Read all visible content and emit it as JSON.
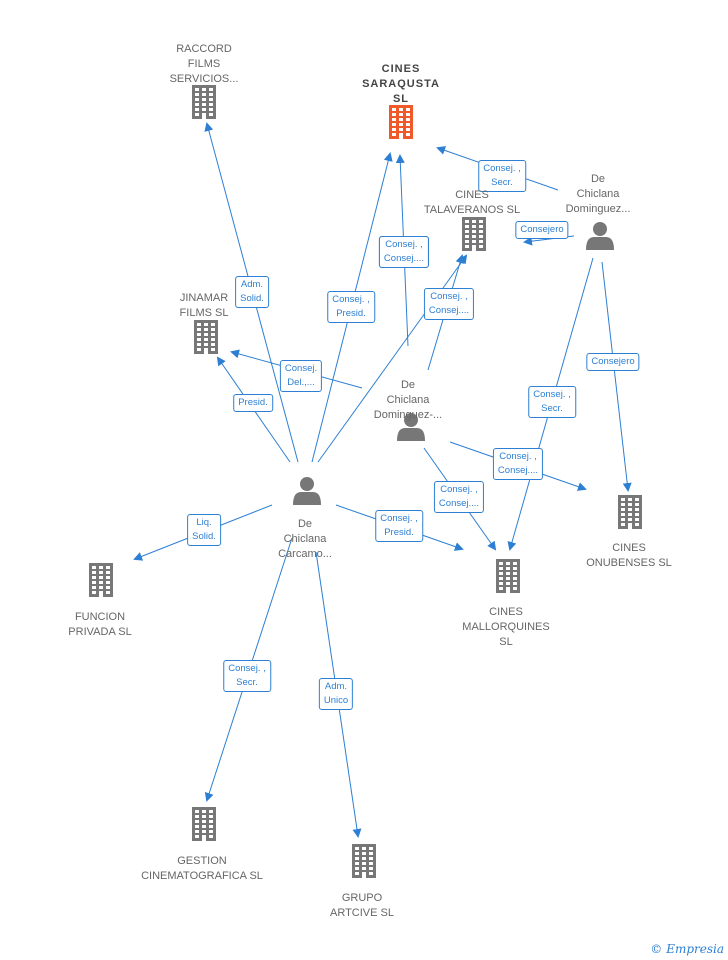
{
  "colors": {
    "edge": "#2d7fd3",
    "node": "#777777",
    "focus_node": "#f05a2b"
  },
  "nodes": [
    {
      "id": "raccord",
      "type": "company",
      "label": "RACCORD\nFILMS\nSERVICIOS..."
    },
    {
      "id": "saraqusta",
      "type": "company",
      "focus": true,
      "label": "CINES\nSARAQUSTA\nSL"
    },
    {
      "id": "talaveranos",
      "type": "company",
      "label": "CINES\nTALAVERANOS SL"
    },
    {
      "id": "jinamar",
      "type": "company",
      "label": "JINAMAR\nFILMS SL"
    },
    {
      "id": "dominguez1",
      "type": "person",
      "label": "De\nChiclana\nDominguez..."
    },
    {
      "id": "dominguez2",
      "type": "person",
      "label": "De\nChiclana\nDominguez-..."
    },
    {
      "id": "carcamo",
      "type": "person",
      "label": "De\nChiclana\nCarcamo..."
    },
    {
      "id": "funcion",
      "type": "company",
      "label": "FUNCION\nPRIVADA SL"
    },
    {
      "id": "onubenses",
      "type": "company",
      "label": "CINES\nONUBENSES SL"
    },
    {
      "id": "mallorquines",
      "type": "company",
      "label": "CINES\nMALLORQUINES\nSL"
    },
    {
      "id": "gestion",
      "type": "company",
      "label": "GESTION\nCINEMATOGRAFICA SL"
    },
    {
      "id": "artcive",
      "type": "company",
      "label": "GRUPO\nARTCIVE SL"
    }
  ],
  "edges": [
    {
      "from": "carcamo",
      "to": "raccord",
      "label": "Adm.\nSolid."
    },
    {
      "from": "carcamo",
      "to": "saraqusta",
      "label": "Consej. ,\nPresid."
    },
    {
      "from": "carcamo",
      "to": "talaveranos",
      "label": "Consej. ,\nConsej...."
    },
    {
      "from": "carcamo",
      "to": "jinamar",
      "label": "Presid."
    },
    {
      "from": "carcamo",
      "to": "funcion",
      "label": "Liq.\nSolid."
    },
    {
      "from": "carcamo",
      "to": "mallorquines",
      "label": "Consej. ,\nPresid."
    },
    {
      "from": "carcamo",
      "to": "gestion",
      "label": "Consej. ,\nSecr."
    },
    {
      "from": "carcamo",
      "to": "artcive",
      "label": "Adm.\nUnico"
    },
    {
      "from": "dominguez1",
      "to": "saraqusta",
      "label": "Consej. ,\nSecr."
    },
    {
      "from": "dominguez1",
      "to": "talaveranos",
      "label": "Consejero"
    },
    {
      "from": "dominguez1",
      "to": "onubenses",
      "label": "Consejero"
    },
    {
      "from": "dominguez1",
      "to": "mallorquines",
      "label": "Consej. ,\nSecr."
    },
    {
      "from": "dominguez2",
      "to": "saraqusta",
      "label": "Consej. ,\nConsej...."
    },
    {
      "from": "dominguez2",
      "to": "talaveranos",
      "label": "Consej. ,\nConsej...."
    },
    {
      "from": "dominguez2",
      "to": "jinamar",
      "label": "Consej.\nDel.,..."
    },
    {
      "from": "dominguez2",
      "to": "mallorquines",
      "label": "Consej. ,\nConsej...."
    },
    {
      "from": "dominguez2",
      "to": "onubenses",
      "label": "Consej. ,\nConsej...."
    }
  ],
  "credit": {
    "symbol": "©",
    "text": "Empresia"
  }
}
